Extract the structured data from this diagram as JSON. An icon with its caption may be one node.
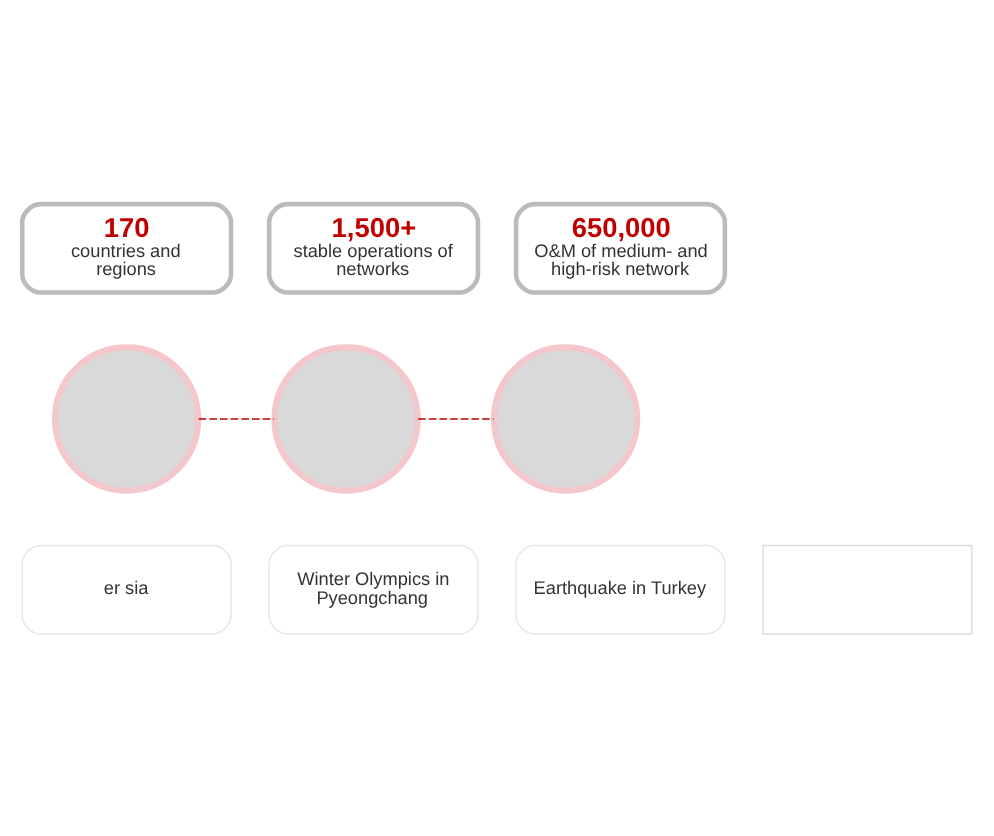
{
  "diagram": {
    "nodes": [
      {
        "text": [
          "170",
          "countries and regions"
        ]
      },
      {
        "text": [
          "1,500+",
          "stable operations of networks"
        ]
      },
      {
        "text": [
          "650,000",
          "O&M of medium- and high-risk network"
        ]
      },
      {
        "text": [],
        "shape": "circle"
      },
      {
        "text": [],
        "shape": "circle"
      },
      {
        "text": [],
        "shape": "circle"
      },
      {
        "text": [
          "er sia"
        ]
      },
      {
        "text": [
          "Winter Olympics in Pyeongchang"
        ]
      },
      {
        "text": [
          "Earthquake in Turkey"
        ]
      },
      {
        "text": [],
        "shape": "box"
      }
    ],
    "edges": [
      {
        "from": 3,
        "to": 4,
        "arrow": "none",
        "style": "dashed",
        "color": "#c00000"
      },
      {
        "from": 4,
        "to": 5,
        "arrow": "none",
        "style": "dashed",
        "color": "#c00000"
      }
    ]
  }
}
